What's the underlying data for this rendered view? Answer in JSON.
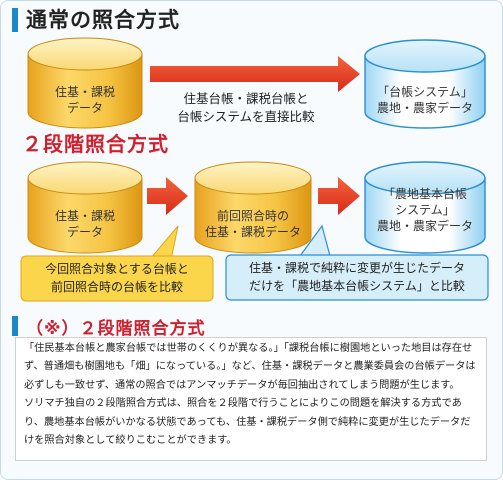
{
  "section1": {
    "title": "通常の照合方式",
    "left_db": {
      "line1": "住基・課税",
      "line2": "データ"
    },
    "arrow_text": {
      "line1": "住基台帳・課税台帳と",
      "line2": "台帳システムを直接比較"
    },
    "right_db": {
      "line1": "「台帳システム」",
      "line2": "農地・農家データ"
    }
  },
  "section2": {
    "title": "２段階照合方式",
    "left_db": {
      "line1": "住基・課税",
      "line2": "データ"
    },
    "mid_db": {
      "line1": "前回照合時の",
      "line2": "住基・課税データ"
    },
    "right_db": {
      "line1": "「農地基本台帳",
      "line2": "システム」",
      "line3": "農地・農家データ"
    },
    "callout_left": {
      "line1": "今回照合対象とする台帳と",
      "line2": "前回照合時の台帳を比較"
    },
    "callout_right": {
      "line1": "住基・課税で純粋に変更が生じたデータ",
      "line2": "だけを「農地基本台帳システム」と比較"
    }
  },
  "note": {
    "title": "（※）２段階照合方式",
    "paragraph1": "「住民基本台帳と農家台帳では世帯のくくりが異なる。」「課税台帳に樹園地といった地目は存在せず、普通畑も樹園地も「畑」になっている。」など、住基・課税データと農業委員会の台帳データは必ずしも一致せず、通常の照合ではアンマッチデータが毎回抽出されてしまう問題が生じます。",
    "paragraph2": "ソリマチ独自の２段階照合方式は、照合を２段階で行うことによりこの問題を解決する方式であり、農地基本台帳がいかなる状態であっても、住基・課税データ側で純粋に変更が生じたデータだけを照合対象として絞りこむことができます。"
  },
  "colors": {
    "accent_blue": "#1a88c9",
    "accent_red": "#d0202e",
    "arrow_red": "#e2371e",
    "callout_yellow": "#fbd64a",
    "callout_blue": "#d6eef9",
    "cylinder_gold": "#f3c24a",
    "cylinder_blue": "#7cc8ee"
  }
}
